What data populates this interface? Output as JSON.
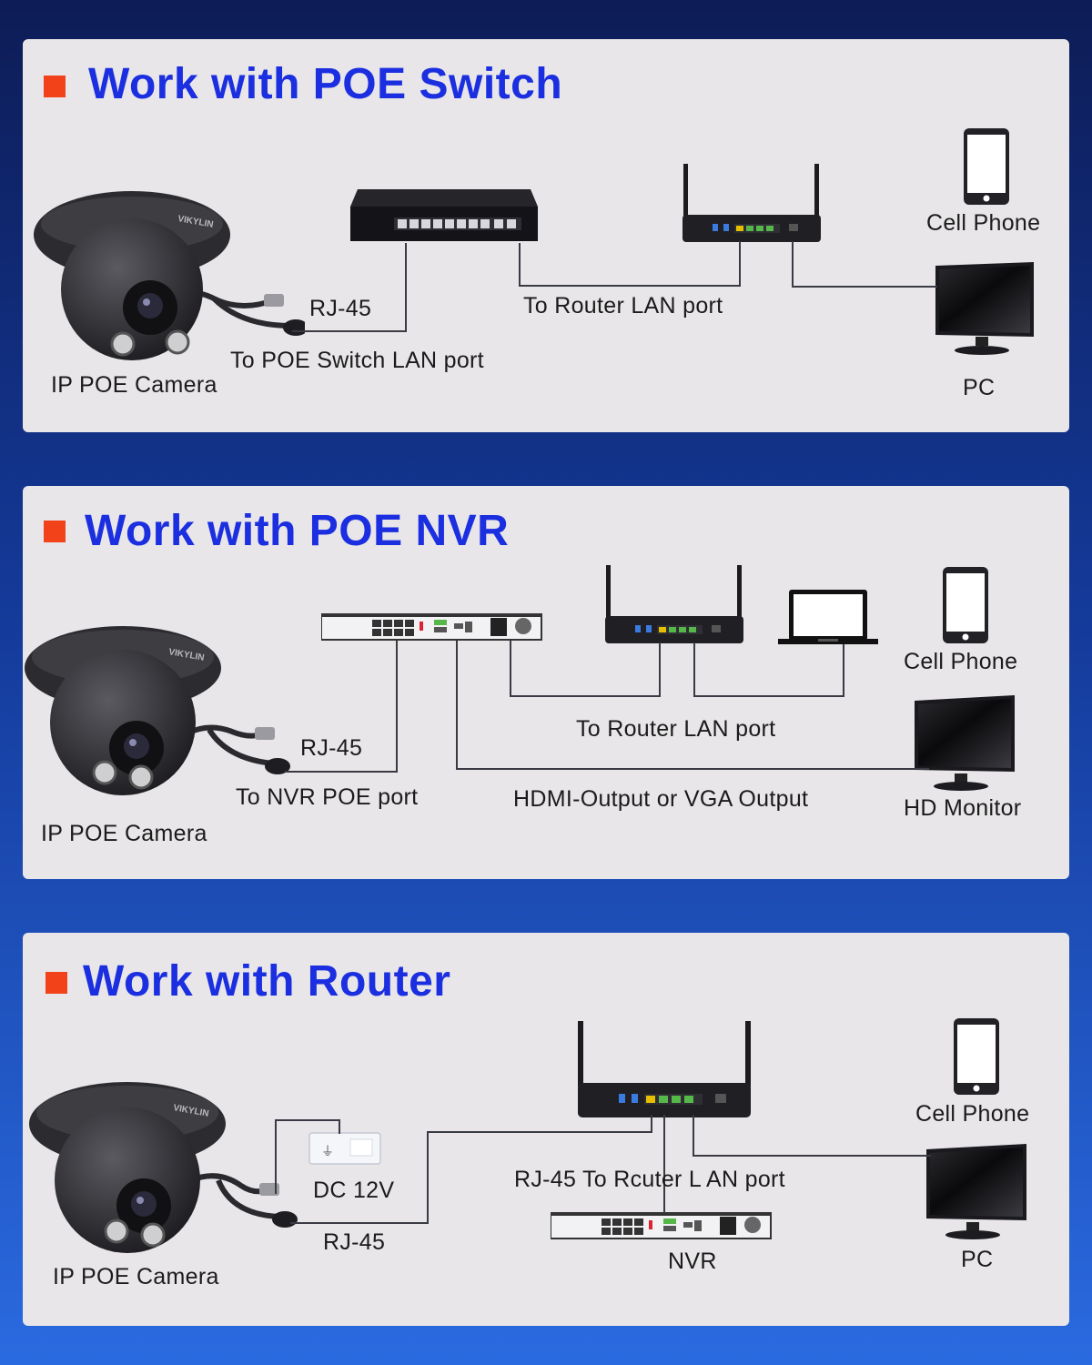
{
  "sections": [
    {
      "title": "Work with POE Switch",
      "labels": {
        "camera": "IP POE Camera",
        "rj45": "RJ-45",
        "to_switch": "To POE Switch LAN port",
        "to_router": "To Router LAN port",
        "cell_phone": "Cell Phone",
        "pc": "PC"
      }
    },
    {
      "title": "Work with POE NVR",
      "labels": {
        "camera": "IP POE Camera",
        "rj45": "RJ-45",
        "to_nvr": "To NVR POE port",
        "to_router": "To Router LAN port",
        "hdmi": "HDMI-Output or VGA Output",
        "cell_phone": "Cell Phone",
        "hd_monitor": "HD Monitor"
      }
    },
    {
      "title": "Work with Router",
      "labels": {
        "camera": "IP POE Camera",
        "dc": "DC 12V",
        "rj45": "RJ-45",
        "to_router": "RJ-45 To Rcuter L AN port",
        "nvr": "NVR",
        "cell_phone": "Cell Phone",
        "pc": "PC"
      }
    }
  ],
  "camera_brand": "VIKYLIN",
  "colors": {
    "accent_blue": "#1b2fe0",
    "bullet_orange": "#f2421a",
    "panel_bg": "#e8e6e8"
  },
  "icons": [
    "camera",
    "poe-switch",
    "router",
    "cell-phone",
    "pc-monitor",
    "nvr",
    "laptop",
    "power-adapter"
  ]
}
